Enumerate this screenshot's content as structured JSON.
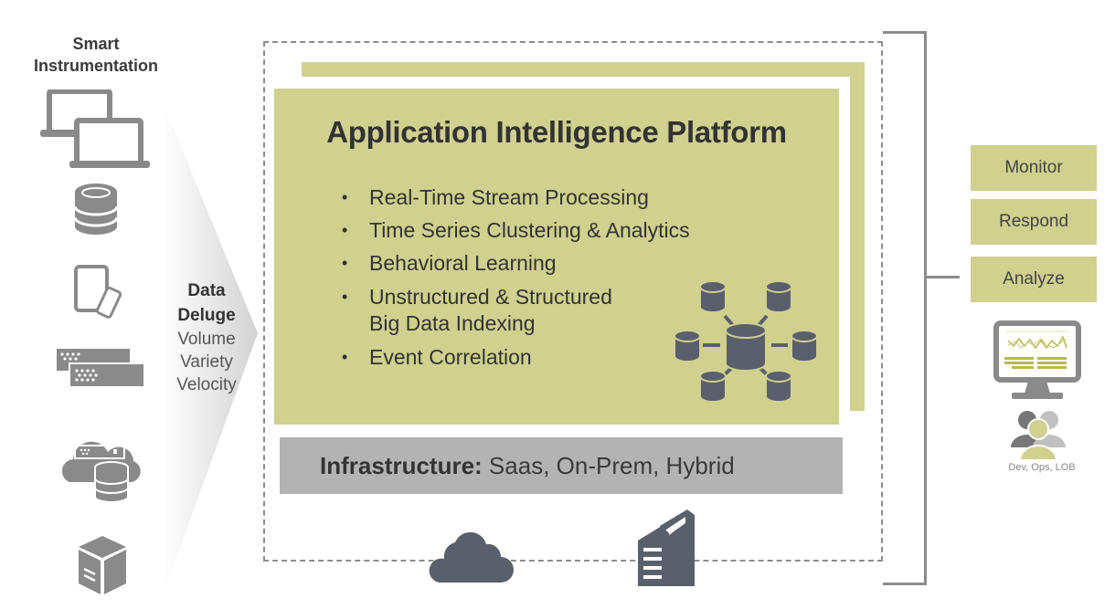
{
  "left": {
    "title_line1": "Smart",
    "title_line2": "Instrumentation",
    "icons": [
      "laptops-icon",
      "database-icon",
      "tablet-phone-icon",
      "servers-icon",
      "cloud-server-database-icon",
      "server-box-icon"
    ]
  },
  "deluge": {
    "title_line1": "Data",
    "title_line2": "Deluge",
    "attributes": [
      "Volume",
      "Variety",
      "Velocity"
    ]
  },
  "platform": {
    "title": "Application Intelligence Platform",
    "bullets": [
      "Real-Time Stream Processing",
      "Time Series Clustering & Analytics",
      "Behavioral Learning",
      "Unstructured & Structured\nBig Data Indexing",
      "Event Correlation"
    ],
    "icon": "distributed-database-icon"
  },
  "infrastructure": {
    "label": "Infrastructure:",
    "value": " Saas, On-Prem, Hybrid",
    "icons": [
      "cloud-icon",
      "building-icon"
    ]
  },
  "actions": [
    "Monitor",
    "Respond",
    "Analyze"
  ],
  "users": {
    "caption": "Dev, Ops, LOB",
    "icons": [
      "dashboard-monitor-icon",
      "users-group-icon"
    ]
  },
  "colors": {
    "olive": "#d0d08f",
    "gray_band": "#b3b3b3",
    "icon_gray": "#8a8a8a",
    "icon_dark": "#5a606b",
    "line_gray": "#8c8c8c"
  }
}
